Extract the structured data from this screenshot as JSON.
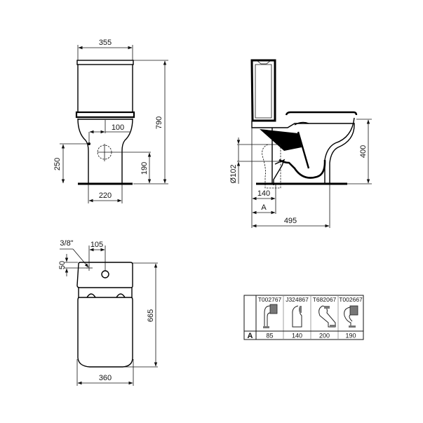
{
  "front_view": {
    "width_top": "355",
    "height_total": "790",
    "inlet_offset": "100",
    "inlet_height": "250",
    "outlet_height": "190",
    "base_width": "220"
  },
  "side_view": {
    "outlet_diameter": "Ø102",
    "seat_height": "400",
    "wall_offset": "140",
    "variable_offset": "A",
    "depth": "495"
  },
  "top_view": {
    "thread": "3/8\"",
    "inlet_offset": "105",
    "inlet_depth": "50",
    "length": "665",
    "width": "360"
  },
  "connector_table": {
    "row_label": "A",
    "columns": [
      {
        "code": "T002767",
        "icon": "pan-connector-90-icon",
        "value": "85"
      },
      {
        "code": "J324867",
        "icon": "pan-connector-straight-icon",
        "value": "140"
      },
      {
        "code": "T682067",
        "icon": "pan-connector-offset-icon",
        "value": "200"
      },
      {
        "code": "T002667",
        "icon": "pan-connector-90-long-icon",
        "value": "190"
      }
    ]
  }
}
